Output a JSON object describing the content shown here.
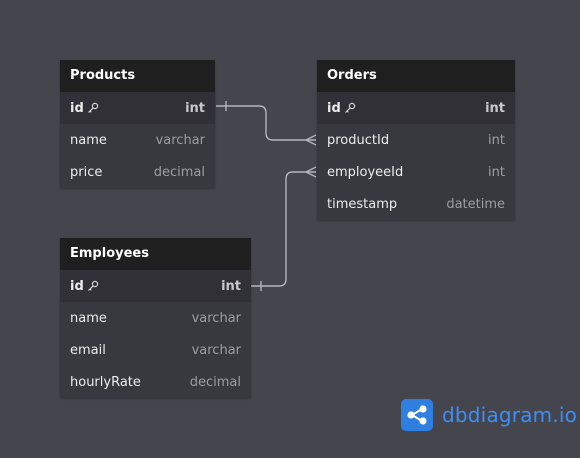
{
  "tables": {
    "products": {
      "name": "Products",
      "fields": [
        {
          "name": "id",
          "type": "int",
          "pk": true
        },
        {
          "name": "name",
          "type": "varchar"
        },
        {
          "name": "price",
          "type": "decimal"
        }
      ]
    },
    "orders": {
      "name": "Orders",
      "fields": [
        {
          "name": "id",
          "type": "int",
          "pk": true
        },
        {
          "name": "productId",
          "type": "int"
        },
        {
          "name": "employeeId",
          "type": "int"
        },
        {
          "name": "timestamp",
          "type": "datetime"
        }
      ]
    },
    "employees": {
      "name": "Employees",
      "fields": [
        {
          "name": "id",
          "type": "int",
          "pk": true
        },
        {
          "name": "name",
          "type": "varchar"
        },
        {
          "name": "email",
          "type": "varchar"
        },
        {
          "name": "hourlyRate",
          "type": "decimal"
        }
      ]
    }
  },
  "relations": [
    {
      "from": "Products.id",
      "to": "Orders.productId",
      "cardinality": "one-to-many"
    },
    {
      "from": "Employees.id",
      "to": "Orders.employeeId",
      "cardinality": "one-to-many"
    }
  ],
  "brand": {
    "text": "dbdiagram.io",
    "icon": "share-nodes-icon"
  },
  "colors": {
    "background": "#45454e",
    "header": "#1f1f1f",
    "accent": "#3d8ef5",
    "line": "#b4b4bb"
  }
}
